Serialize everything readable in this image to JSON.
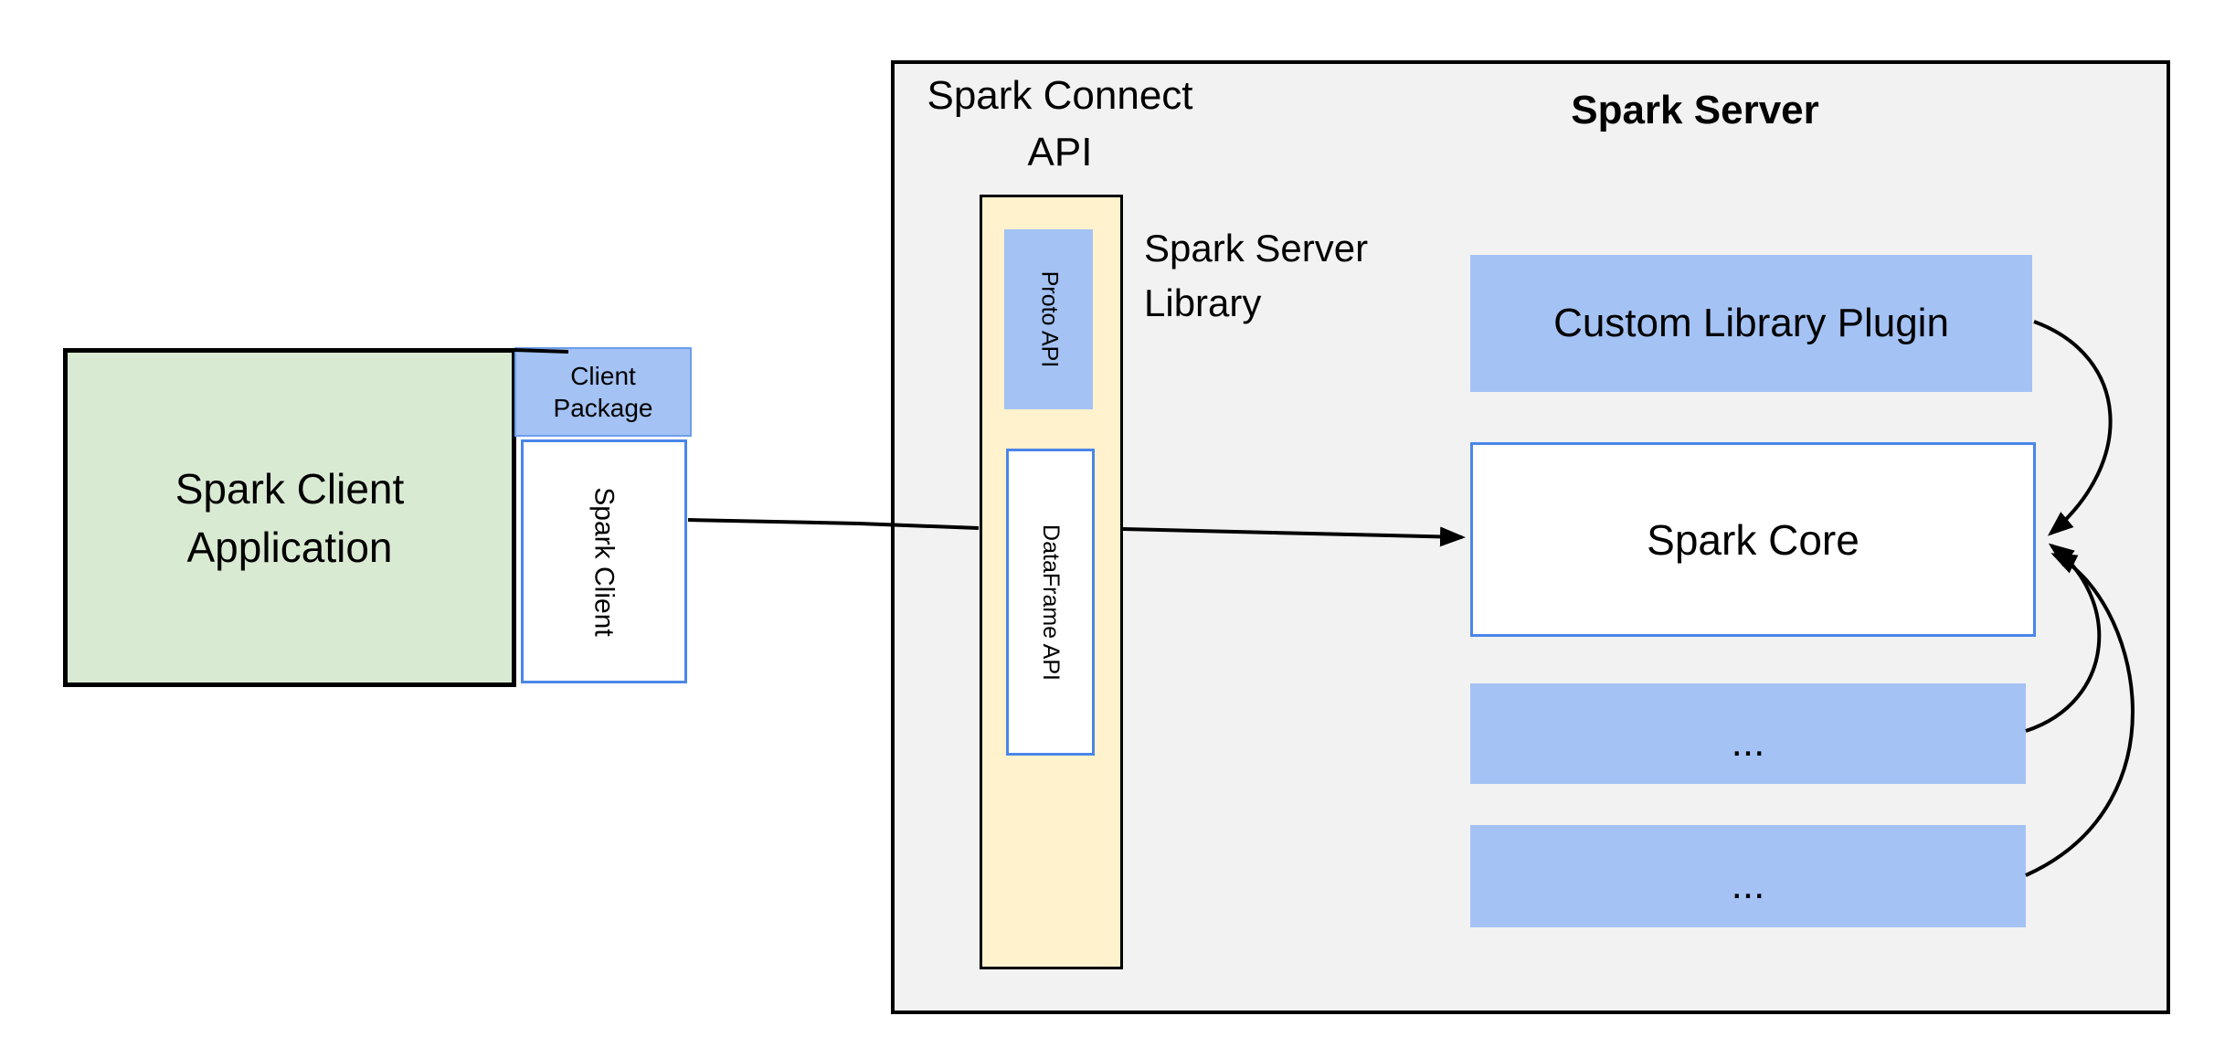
{
  "diagram": {
    "client_app": {
      "line1": "Spark Client",
      "line2": "Application"
    },
    "client_package": {
      "line1": "Client",
      "line2": "Package"
    },
    "spark_client": {
      "label": "Spark Client"
    },
    "connect_api": {
      "line1": "Spark Connect",
      "line2": "API"
    },
    "proto_api": {
      "label": "Proto API"
    },
    "dataframe_api": {
      "label": "DataFrame API"
    },
    "server_library": {
      "line1": "Spark Server",
      "line2": "Library"
    },
    "server": {
      "title": "Spark Server"
    },
    "custom_plugin": {
      "label": "Custom Library Plugin"
    },
    "spark_core": {
      "label": "Spark Core"
    },
    "ellipsis_box_1": {
      "label": "..."
    },
    "ellipsis_box_2": {
      "label": "..."
    },
    "colors": {
      "green_fill": "#d9ead3",
      "blue_fill": "#a4c2f4",
      "yellow_fill": "#fff2cc",
      "gray_fill": "#f2f2f2",
      "blue_border": "#4a86e8",
      "black": "#000000"
    }
  }
}
